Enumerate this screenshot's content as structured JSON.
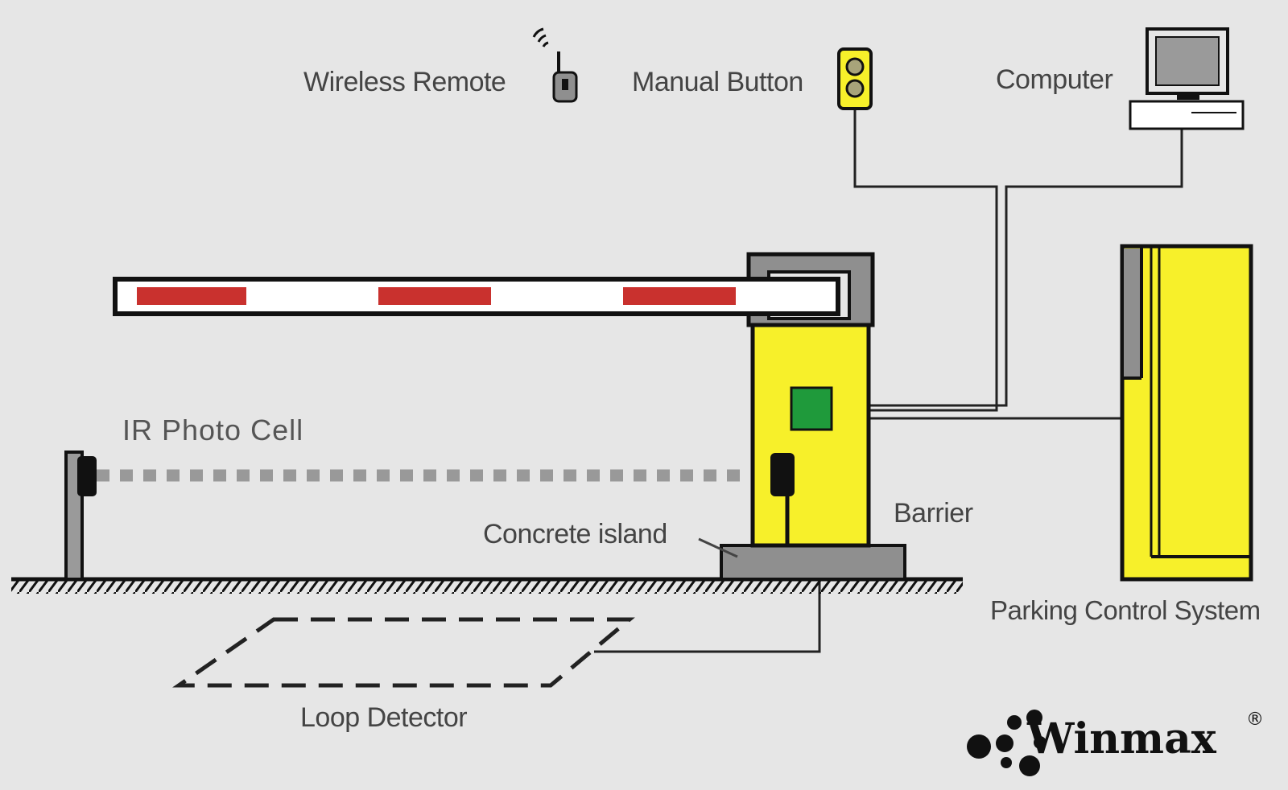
{
  "labels": {
    "wireless_remote": "Wireless Remote",
    "manual_button": "Manual Button",
    "computer": "Computer",
    "ir_photo_cell": "IR Photo Cell",
    "barrier": "Barrier",
    "concrete_island": "Concrete island",
    "parking_control_system": "Parking Control System",
    "loop_detector": "Loop Detector"
  },
  "brand": {
    "name": "Winmax",
    "reg_mark": "®"
  },
  "colors": {
    "background": "#e6e6e6",
    "barrier_yellow": "#f7f02a",
    "boom_red": "#c9312e",
    "controller_green": "#1f9a3b",
    "outline": "#111111"
  }
}
